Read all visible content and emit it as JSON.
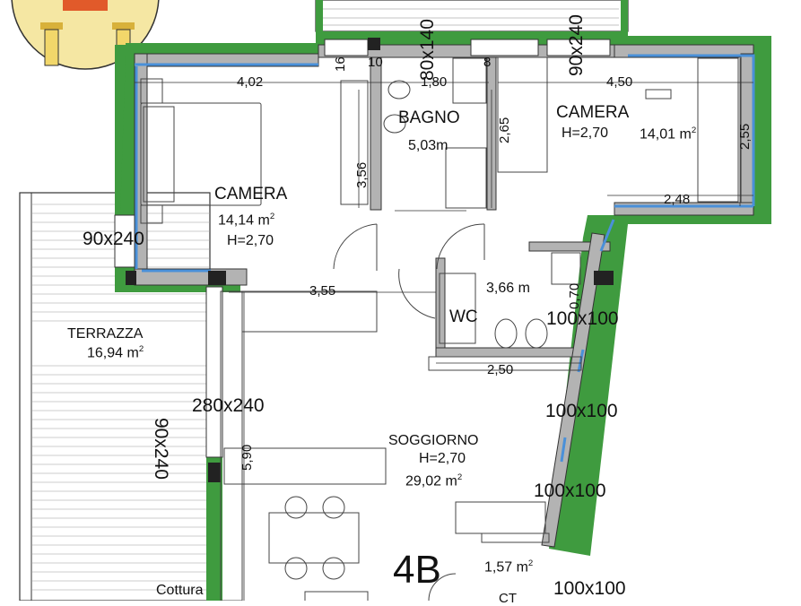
{
  "rooms": {
    "camera_left": {
      "name": "CAMERA",
      "area": "14,14 m",
      "height": "H=2,70"
    },
    "bagno": {
      "name": "BAGNO",
      "area": "5,03m"
    },
    "camera_right": {
      "name": "CAMERA",
      "height": "H=2,70",
      "area": "14,01 m"
    },
    "wc": {
      "name": "WC",
      "area": "3,66 m"
    },
    "terrazza": {
      "name": "TERRAZZA",
      "area": "16,94 m"
    },
    "soggiorno": {
      "name": "SOGGIORNO",
      "height": "H=2,70",
      "area": "29,02 m"
    },
    "ripostiglio": {
      "area": "1,57 m"
    },
    "cottura": {
      "name": "Cottura"
    },
    "ct": {
      "name": "CT"
    }
  },
  "area_sup": "2",
  "unit_label": "4B",
  "dimensions": [
    "4,02",
    "16",
    "10",
    "1,80",
    "8",
    "4,50",
    "3,56",
    "2,65",
    "2,55",
    "2,48",
    "3,55",
    "0,70",
    "2,50",
    "5,90"
  ],
  "openings": [
    "80x140",
    "90x240",
    "90x240",
    "280x240",
    "90x240",
    "100x100",
    "100x100",
    "100x100",
    "100x100"
  ],
  "colors": {
    "wall": "#b3b3b3",
    "exterior": "#3f9b3f",
    "insulation": "#4a90d9",
    "line": "#222222"
  }
}
